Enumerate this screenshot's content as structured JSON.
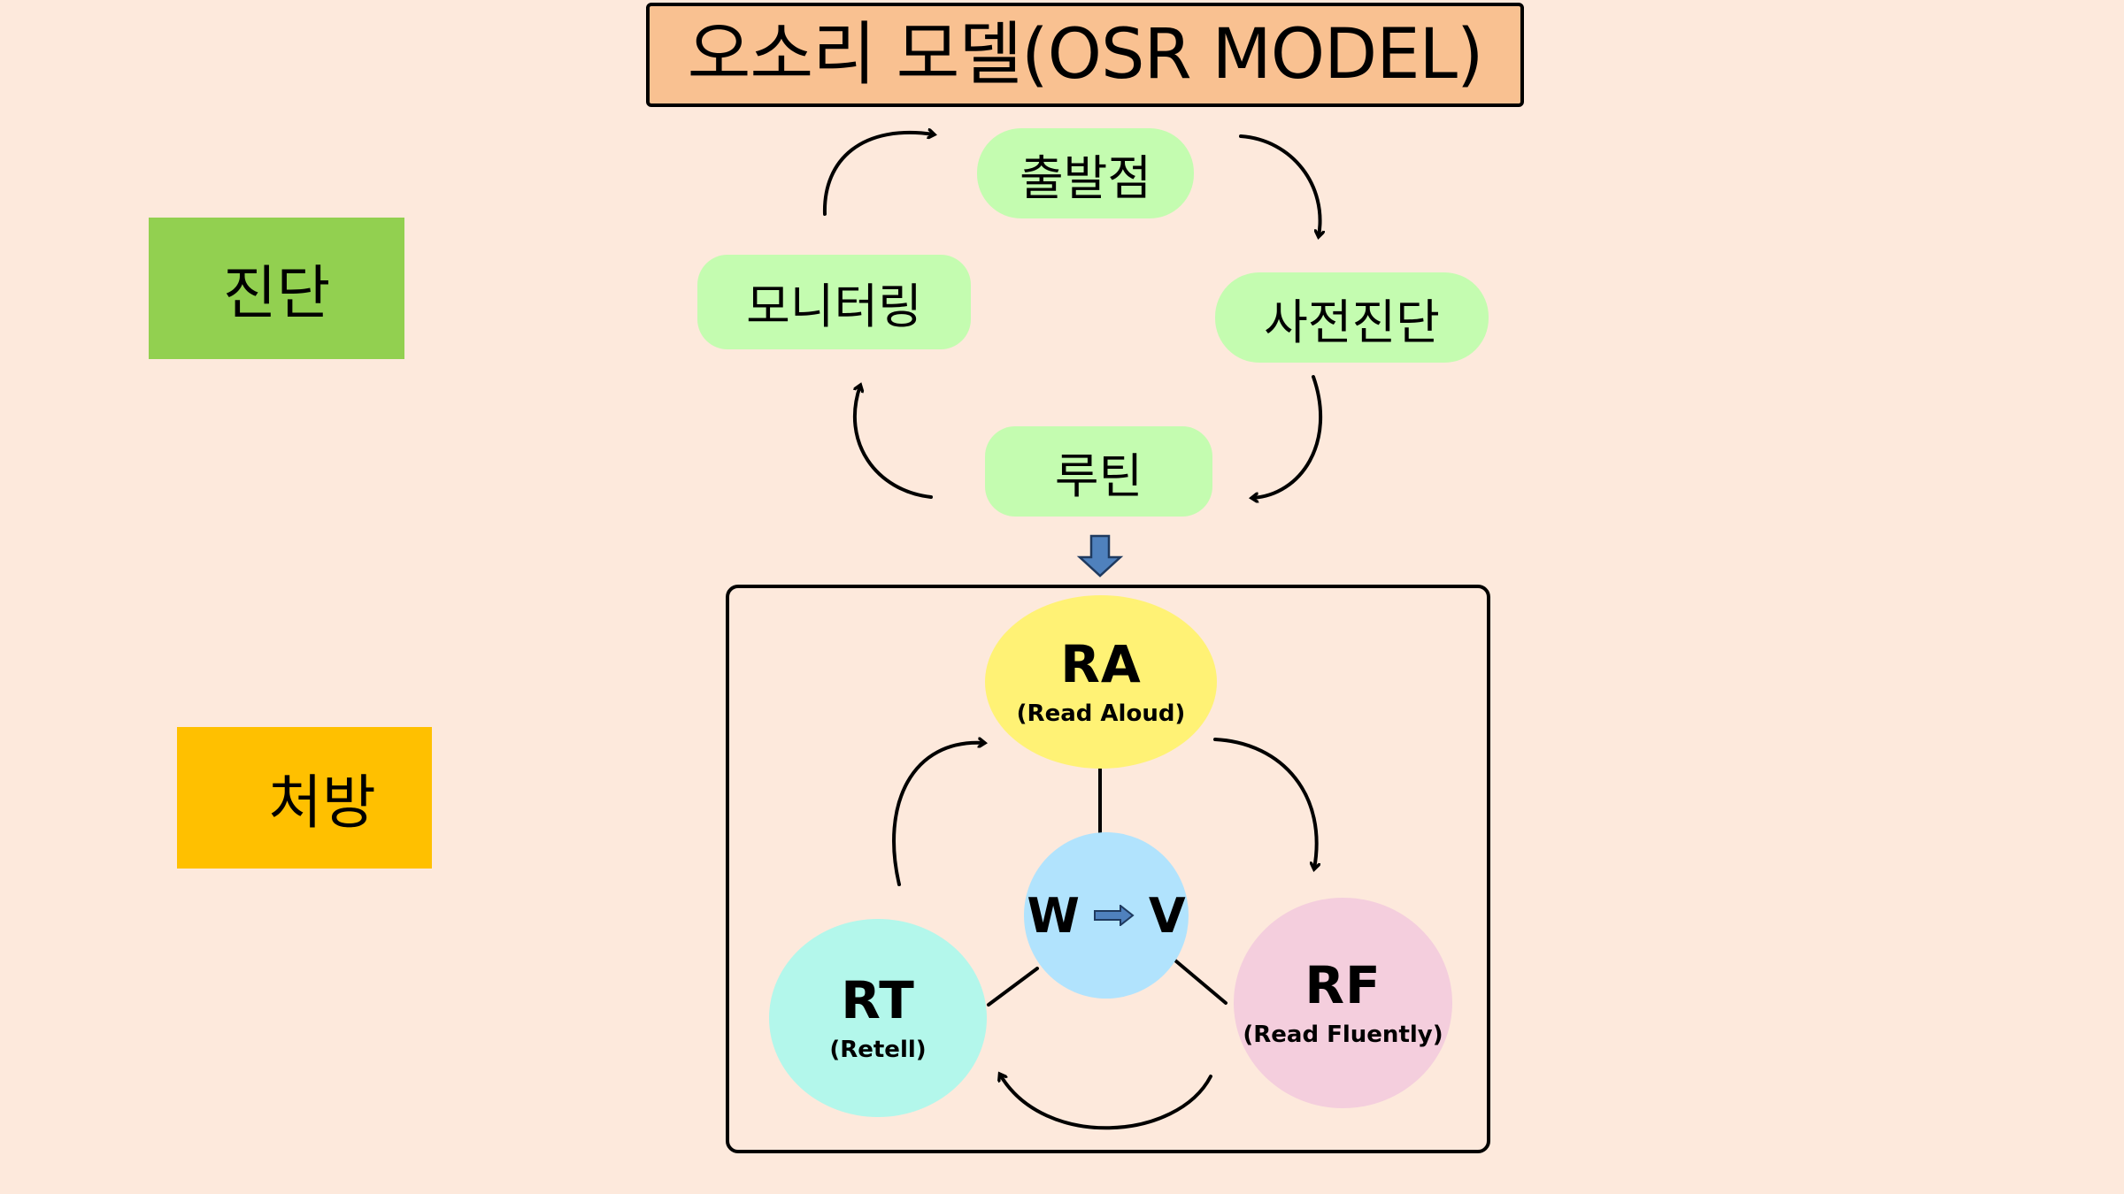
{
  "title": "오소리 모델(OSR MODEL)",
  "sections": {
    "diagnosis": {
      "label": "진단",
      "color": "#92d050"
    },
    "prescription": {
      "label": "처방",
      "color": "#ffc000"
    }
  },
  "diagnosis_cycle": {
    "nodes": [
      {
        "id": "start",
        "label": "출발점"
      },
      {
        "id": "pre_diagnosis",
        "label": "사전진단"
      },
      {
        "id": "routine",
        "label": "루틴"
      },
      {
        "id": "monitoring",
        "label": "모니터링"
      }
    ],
    "flow": [
      "출발점",
      "사전진단",
      "루틴",
      "모니터링",
      "출발점"
    ],
    "node_color": "#c4fcb0"
  },
  "prescription_cycle": {
    "nodes": [
      {
        "id": "ra",
        "abbr": "RA",
        "full": "(Read Aloud)",
        "color": "#fff275"
      },
      {
        "id": "rf",
        "abbr": "RF",
        "full": "(Read Fluently)",
        "color": "#f4cedd"
      },
      {
        "id": "rt",
        "abbr": "RT",
        "full": "(Retell)",
        "color": "#b3f7eb"
      }
    ],
    "center": {
      "from": "W",
      "to": "V",
      "color": "#b1e3fd"
    },
    "flow": [
      "RA",
      "RF",
      "RT",
      "RA"
    ]
  },
  "arrow_color": "#4f81bd"
}
